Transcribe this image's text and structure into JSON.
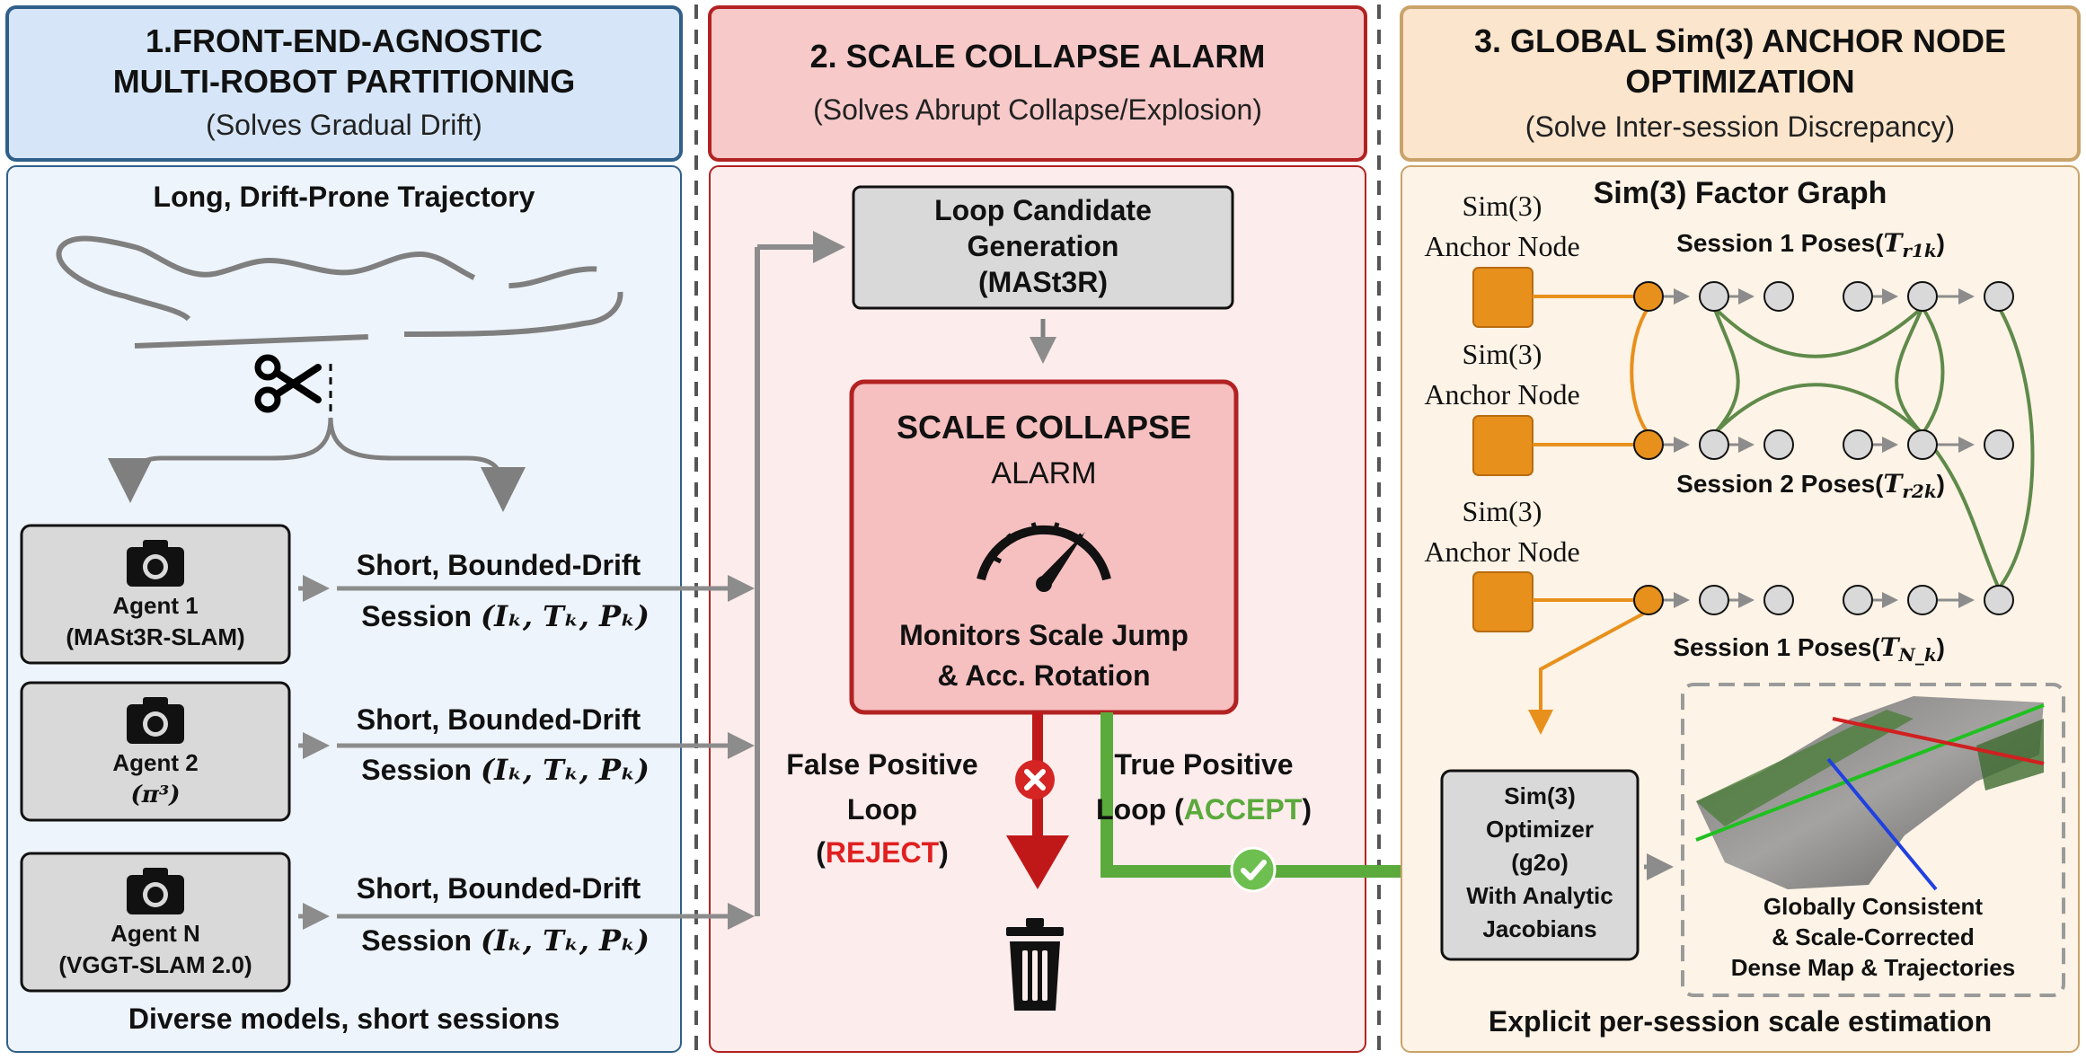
{
  "panel1": {
    "title_line1": "1.FRONT-END-AGNOSTIC",
    "title_line2": "MULTI-ROBOT PARTITIONING",
    "subtitle": "(Solves Gradual Drift)",
    "trajectory_label": "Long, Drift-Prone Trajectory",
    "agents": [
      {
        "name": "Agent 1",
        "model": "(MASt3R-SLAM)"
      },
      {
        "name": "Agent 2",
        "model": "(π³)"
      },
      {
        "name": "Agent N",
        "model": "(VGGT-SLAM 2.0)"
      }
    ],
    "session_line1": "Short, Bounded-Drift",
    "session_word": "Session",
    "session_math": "(Iₖ, Tₖ, Pₖ)",
    "footer": "Diverse models, short sessions"
  },
  "panel2": {
    "title": "2. SCALE COLLAPSE ALARM",
    "subtitle": "(Solves Abrupt Collapse/Explosion)",
    "loop_candidate_line1": "Loop Candidate",
    "loop_candidate_line2": "Generation",
    "loop_candidate_line3": "(MASt3R)",
    "alarm_title_line1": "SCALE COLLAPSE",
    "alarm_title_line2": "ALARM",
    "monitors_line1": "Monitors Scale Jump",
    "monitors_line2": "& Acc. Rotation",
    "false_line1": "False Positive",
    "false_line2": "Loop",
    "reject_open": "(",
    "reject_word": "REJECT",
    "reject_close": ")",
    "true_line1": "True Positive",
    "true_line2": "Loop (",
    "accept_word": "ACCEPT",
    "accept_close": ")"
  },
  "panel3": {
    "title_line1": "3. GLOBAL Sim(3) ANCHOR NODE",
    "title_line2": "OPTIMIZATION",
    "subtitle": "(Solve Inter-session Discrepancy)",
    "graph_title": "Sim(3) Factor Graph",
    "anchor_line1": "Sim(3)",
    "anchor_line2": "Anchor Node",
    "session1_label": "Session 1 Poses(",
    "session1_math": "T",
    "session1_sub": "r1k",
    "session2_label": "Session 2 Poses(",
    "session2_math": "T",
    "session2_sub": "r2k",
    "session3_label": "Session 1 Poses(",
    "session3_math": "T",
    "session3_sub": "N_k",
    "close_paren": ")",
    "optimizer_lines": [
      "Sim(3)",
      "Optimizer",
      "(g2o)",
      "With Analytic",
      "Jacobians"
    ],
    "map_lines": [
      "Globally Consistent",
      "& Scale-Corrected",
      "Dense Map & Trajectories"
    ],
    "footer": "Explicit per-session scale estimation"
  },
  "colors": {
    "blue_header": "#d6e6f8",
    "blue_border": "#2f5f8a",
    "red_header": "#f7c9c9",
    "red_border": "#b22222",
    "orange_header": "#fbe5cc",
    "orange_border": "#c9a36a",
    "orange_node": "#e8901c",
    "green_edge": "#5f8a4a",
    "accept_green": "#5aaa3c",
    "reject_red": "#e02020"
  }
}
